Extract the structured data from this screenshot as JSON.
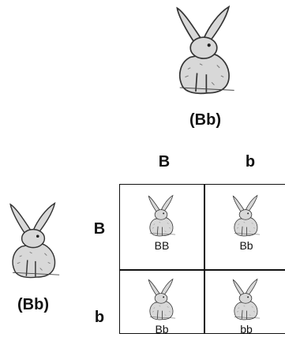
{
  "parent_top": {
    "genotype": "(Bb)"
  },
  "parent_left": {
    "genotype": "(Bb)"
  },
  "columns": [
    "B",
    "b"
  ],
  "rows": [
    "B",
    "b"
  ],
  "cells": [
    "BB",
    "Bb",
    "Bb",
    "bb"
  ],
  "colors": {
    "rabbit_fill": "#d8d8d8",
    "rabbit_stroke": "#333333",
    "line": "#111111"
  }
}
